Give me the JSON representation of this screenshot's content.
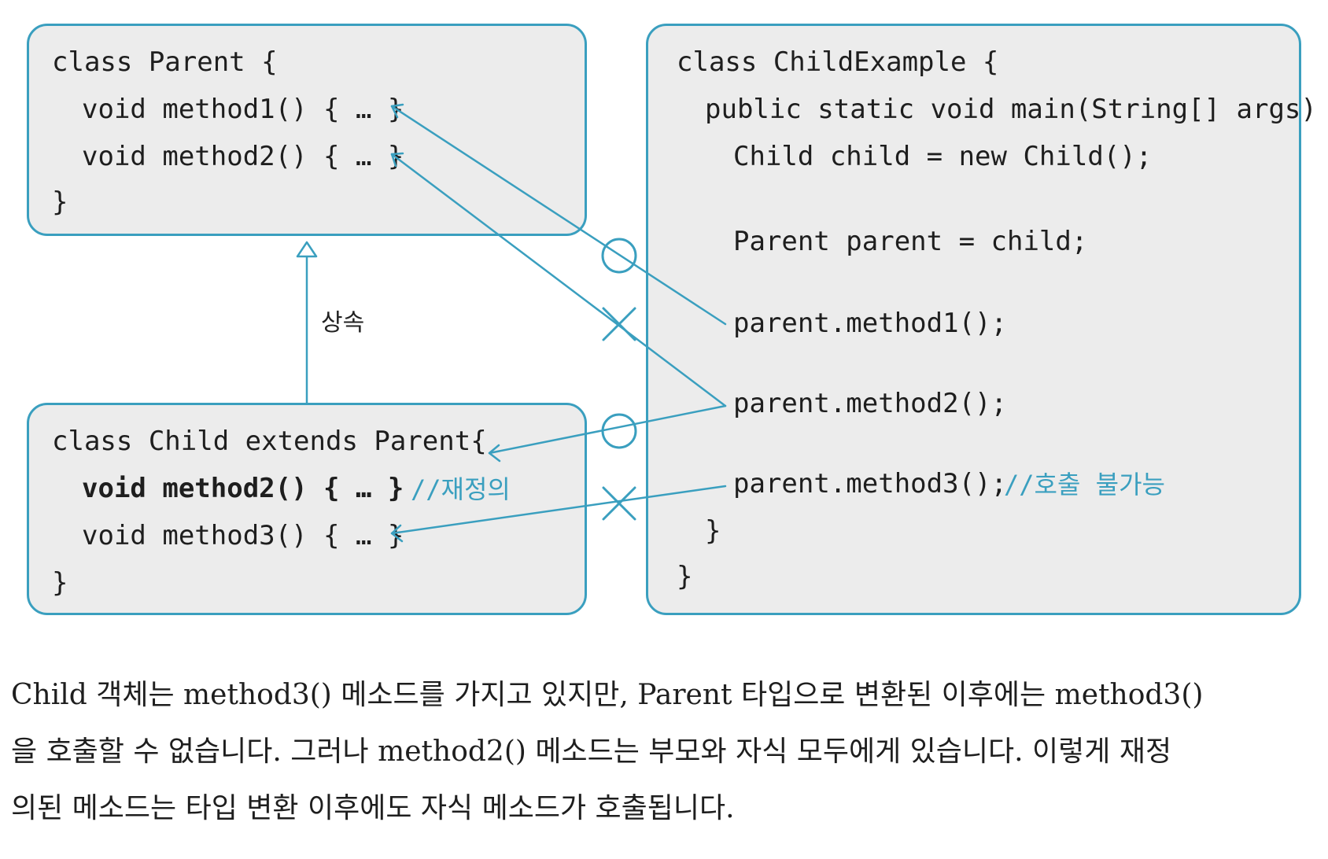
{
  "parent_class": {
    "line1": "class Parent {",
    "line2": "void method1() { … }",
    "line3": "void method2() { … }",
    "line4": "}"
  },
  "child_class": {
    "line1": "class Child extends Parent{",
    "line2": "void method2() { … }",
    "line2_comment": "//재정의",
    "line3": "void method3() { … }",
    "line4": "}"
  },
  "main_class": {
    "line1": "class ChildExample {",
    "line2": "public static void main(String[] args) {",
    "line3": "Child child = new Child();",
    "line4": "Parent parent = child;",
    "line5": "parent.method1();",
    "line6": "parent.method2();",
    "line7": "parent.method3();",
    "line7_comment": "//호출 불가능",
    "line8": "}",
    "line9": "}"
  },
  "inheritance_label": "상속",
  "caption": {
    "line1": "Child 객체는 method3() 메소드를 가지고 있지만, Parent 타입으로 변환된 이후에는 method3()",
    "line2": "을 호출할 수 없습니다. 그러나 method2() 메소드는 부모와 자식 모두에게 있습니다. 이렇게 재정",
    "line3": "의된 메소드는 타입 변환 이후에도 자식 메소드가 호출됩니다."
  },
  "colors": {
    "accent": "#3a9fbf",
    "box_fill": "#ececec"
  }
}
